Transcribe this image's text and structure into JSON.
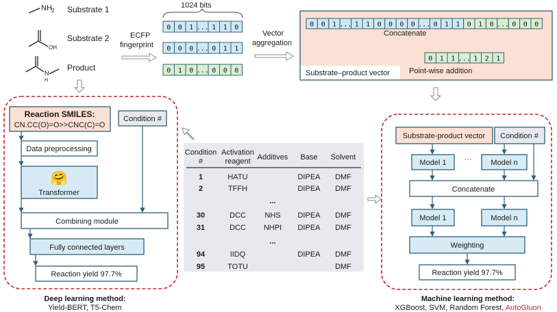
{
  "molecules": {
    "substrate1": {
      "formula": "NH",
      "subscript": "2",
      "label": "Substrate 1"
    },
    "substrate2": {
      "oh": "OH",
      "label": "Substrate 2"
    },
    "product": {
      "n": "N",
      "h": "H",
      "label": "Product"
    }
  },
  "fingerprint": {
    "bits_label": "1024 bits",
    "arrow_label_line1": "ECFP",
    "arrow_label_line2": "fingerprint",
    "rows": [
      [
        "0",
        "0",
        "1",
        "...",
        "1",
        "1",
        "0"
      ],
      [
        "0",
        "0",
        "0",
        "...",
        "0",
        "1",
        "1"
      ],
      [
        "0",
        "1",
        "0",
        "...",
        "0",
        "0",
        "0"
      ]
    ]
  },
  "aggregation": {
    "arrow_label_line1": "Vector",
    "arrow_label_line2": "aggregation",
    "concat_bits": [
      "0",
      "0",
      "1",
      "...",
      "1",
      "1",
      "0",
      "0",
      "0",
      "0",
      "...",
      "0",
      "1",
      "1",
      "0",
      "1",
      "0",
      "...",
      "0",
      "0",
      "0"
    ],
    "concat_label": "Concatenate",
    "pointwise_bits": [
      "0",
      "1",
      "1",
      "...",
      "1",
      "2",
      "1"
    ],
    "pointwise_label": "Point-wise addition",
    "vector_label": "Substrate–product vector"
  },
  "deep": {
    "smiles_title": "Reaction SMILES:",
    "smiles": "CN.CC(O)=O>>CNC(C)=O",
    "condition": "Condition #",
    "preprocess": "Data preprocessing",
    "emoji": "🤗",
    "transformer": "Transformer",
    "combining": "Combining module",
    "fc": "Fully connected layers",
    "yield": "Reaction yield 97.7%",
    "method_title": "Deep learning method:",
    "method_sub": "Yield-BERT, T5-Chem"
  },
  "table": {
    "headers": [
      [
        "Condition",
        "#"
      ],
      [
        "Activation",
        "reagent"
      ],
      [
        "Additives"
      ],
      [
        "Base"
      ],
      [
        "Solvent"
      ]
    ],
    "rows": [
      [
        "1",
        "HATU",
        "",
        "DIPEA",
        "DMF"
      ],
      [
        "2",
        "TFFH",
        "",
        "DIPEA",
        "DMF"
      ],
      [
        "...",
        "",
        "",
        "",
        ""
      ],
      [
        "30",
        "DCC",
        "NHS",
        "DIPEA",
        "DMF"
      ],
      [
        "31",
        "DCC",
        "NHPI",
        "DIPEA",
        "DMF"
      ],
      [
        "...",
        "",
        "",
        "",
        ""
      ],
      [
        "94",
        "IIDQ",
        "",
        "DIPEA",
        "DMF"
      ],
      [
        "95",
        "TOTU",
        "",
        "",
        "DMF"
      ]
    ]
  },
  "ml": {
    "spv": "Substrate-product vector",
    "condition": "Condition #",
    "model1": "Model 1",
    "dots": "···",
    "modeln": "Model n",
    "concat": "Concatenate",
    "model1b": "Model 1",
    "modelnb": "Model n",
    "weighting": "Weighting",
    "yield": "Reaction yield 97.7%",
    "method_title": "Machine learning method:",
    "method_sub_prefix": "XGBoost, SVM, Random Forest, ",
    "method_sub_highlight": "AutoGluon",
    "highlight_color": "#c0282d"
  },
  "colors": {
    "blue_bit": "#cfe8f3",
    "green_bit": "#d9efd3",
    "salmon": "#fbe0d3",
    "light_blue": "#d6ebf5",
    "dark_border": "#2d5f7a",
    "red_dash": "#c0282d",
    "table_bg": "#e6eaee"
  }
}
